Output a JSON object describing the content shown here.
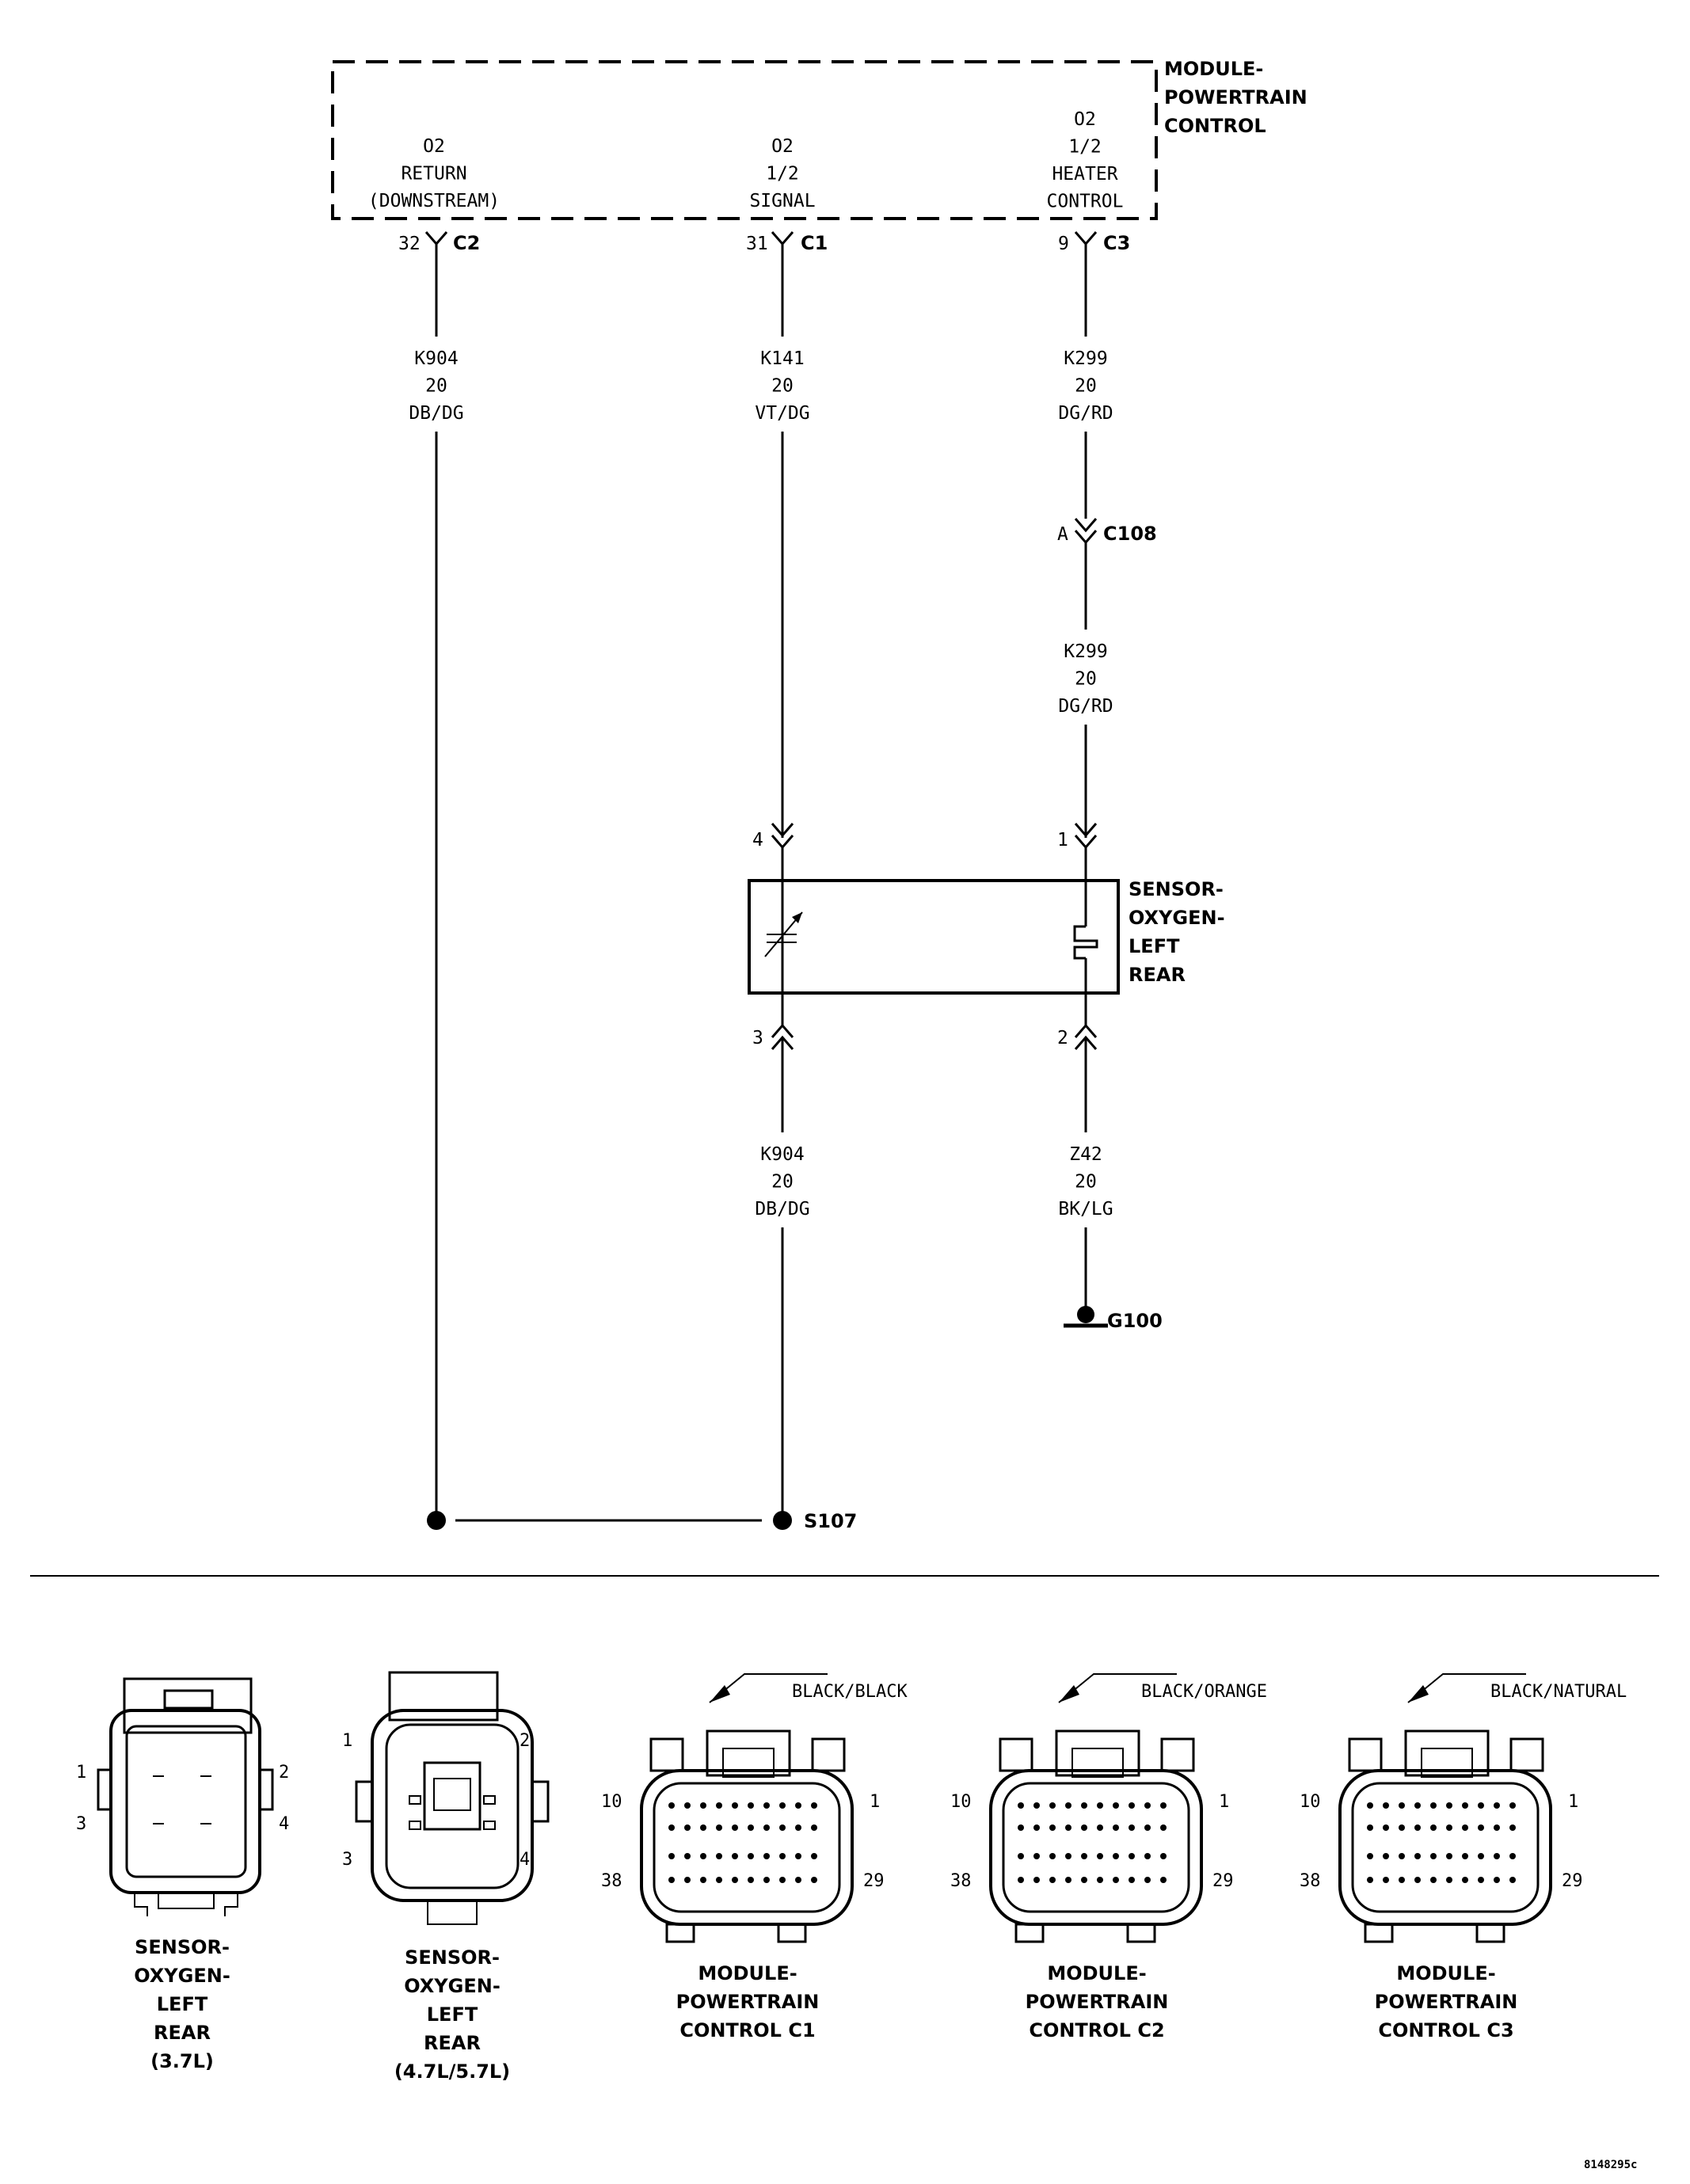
{
  "module": {
    "name": "MODULE-\nPOWERTRAIN\nCONTROL",
    "pins": [
      {
        "label": "O2\nRETURN\n(DOWNSTREAM)",
        "pin": "32",
        "connector": "C2"
      },
      {
        "label": "O2\n1/2\nSIGNAL",
        "pin": "31",
        "connector": "C1"
      },
      {
        "label": "O2\n1/2\nHEATER\nCONTROL",
        "pin": "9",
        "connector": "C3"
      }
    ]
  },
  "wires": [
    {
      "circuit": "K904",
      "gauge": "20",
      "color": "DB/DG"
    },
    {
      "circuit": "K141",
      "gauge": "20",
      "color": "VT/DG"
    },
    {
      "circuit": "K299",
      "gauge": "20",
      "color": "DG/RD"
    },
    {
      "circuit": "K299",
      "gauge": "20",
      "color": "DG/RD"
    },
    {
      "circuit": "K904",
      "gauge": "20",
      "color": "DB/DG"
    },
    {
      "circuit": "Z42",
      "gauge": "20",
      "color": "BK/LG"
    }
  ],
  "inline_connector": {
    "pin": "A",
    "name": "C108"
  },
  "sensor": {
    "name": "SENSOR-\nOXYGEN-\nLEFT\nREAR",
    "pins": [
      "4",
      "1",
      "3",
      "2"
    ]
  },
  "ground": "G100",
  "splice": "S107",
  "connector_views": [
    {
      "title": "SENSOR-\nOXYGEN-\nLEFT\nREAR\n(3.7L)",
      "pins": [
        "1",
        "2",
        "3",
        "4"
      ]
    },
    {
      "title": "SENSOR-\nOXYGEN-\nLEFT\nREAR\n(4.7L/5.7L)",
      "pins": [
        "1",
        "2",
        "3",
        "4"
      ]
    },
    {
      "title": "MODULE-\nPOWERTRAIN\nCONTROL C1",
      "color": "BLACK/BLACK",
      "pins": [
        "10",
        "1",
        "38",
        "29"
      ]
    },
    {
      "title": "MODULE-\nPOWERTRAIN\nCONTROL C2",
      "color": "BLACK/ORANGE",
      "pins": [
        "10",
        "1",
        "38",
        "29"
      ]
    },
    {
      "title": "MODULE-\nPOWERTRAIN\nCONTROL C3",
      "color": "BLACK/NATURAL",
      "pins": [
        "10",
        "1",
        "38",
        "29"
      ]
    }
  ],
  "figure_id": "8148295c"
}
